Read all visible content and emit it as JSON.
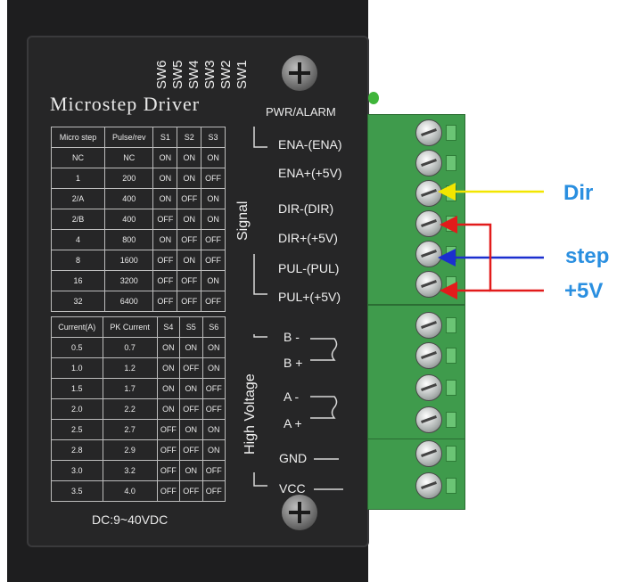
{
  "title": "Microstep Driver",
  "sw_labels": [
    "SW6",
    "SW5",
    "SW4",
    "SW3",
    "SW2",
    "SW1"
  ],
  "pwr_label": "PWR/ALARM",
  "micro_table": {
    "headers": [
      "Micro step",
      "Pulse/rev",
      "S1",
      "S2",
      "S3"
    ],
    "rows": [
      [
        "NC",
        "NC",
        "ON",
        "ON",
        "ON"
      ],
      [
        "1",
        "200",
        "ON",
        "ON",
        "OFF"
      ],
      [
        "2/A",
        "400",
        "ON",
        "OFF",
        "ON"
      ],
      [
        "2/B",
        "400",
        "OFF",
        "ON",
        "ON"
      ],
      [
        "4",
        "800",
        "ON",
        "OFF",
        "OFF"
      ],
      [
        "8",
        "1600",
        "OFF",
        "ON",
        "OFF"
      ],
      [
        "16",
        "3200",
        "OFF",
        "OFF",
        "ON"
      ],
      [
        "32",
        "6400",
        "OFF",
        "OFF",
        "OFF"
      ]
    ]
  },
  "current_table": {
    "headers": [
      "Current(A)",
      "PK Current",
      "S4",
      "S5",
      "S6"
    ],
    "rows": [
      [
        "0.5",
        "0.7",
        "ON",
        "ON",
        "ON"
      ],
      [
        "1.0",
        "1.2",
        "ON",
        "OFF",
        "ON"
      ],
      [
        "1.5",
        "1.7",
        "ON",
        "ON",
        "OFF"
      ],
      [
        "2.0",
        "2.2",
        "ON",
        "OFF",
        "OFF"
      ],
      [
        "2.5",
        "2.7",
        "OFF",
        "ON",
        "ON"
      ],
      [
        "2.8",
        "2.9",
        "OFF",
        "OFF",
        "ON"
      ],
      [
        "3.0",
        "3.2",
        "OFF",
        "ON",
        "OFF"
      ],
      [
        "3.5",
        "4.0",
        "OFF",
        "OFF",
        "OFF"
      ]
    ]
  },
  "signal_label": "Signal",
  "signal_terminals": [
    "ENA-(ENA)",
    "ENA+(+5V)",
    "DIR-(DIR)",
    "DIR+(+5V)",
    "PUL-(PUL)",
    "PUL+(+5V)"
  ],
  "hv_label": "High Voltage",
  "hv_terminals": [
    "B -",
    "B +",
    "A -",
    "A +",
    "GND",
    "VCC"
  ],
  "supply": "DC:9~40VDC",
  "annotations": {
    "dir": "Dir",
    "step": "step",
    "plus5v": "+5V",
    "colors": {
      "dir": "#f2e600",
      "step": "#1b2fcf",
      "plus5v": "#e21b1b",
      "label": "#2a8fe0"
    }
  }
}
